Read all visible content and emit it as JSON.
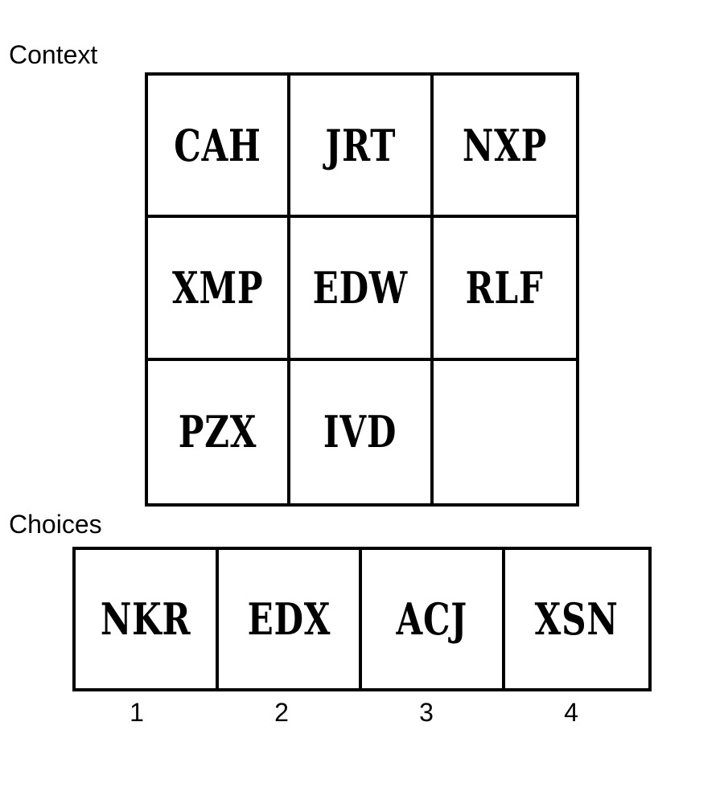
{
  "context": {
    "label": "Context",
    "cells": [
      "CAH",
      "JRT",
      "NXP",
      "XMP",
      "EDW",
      "RLF",
      "PZX",
      "IVD",
      ""
    ]
  },
  "choices": {
    "label": "Choices",
    "options": [
      {
        "text": "NKR",
        "number": "1"
      },
      {
        "text": "EDX",
        "number": "2"
      },
      {
        "text": "ACJ",
        "number": "3"
      },
      {
        "text": "XSN",
        "number": "4"
      }
    ]
  }
}
